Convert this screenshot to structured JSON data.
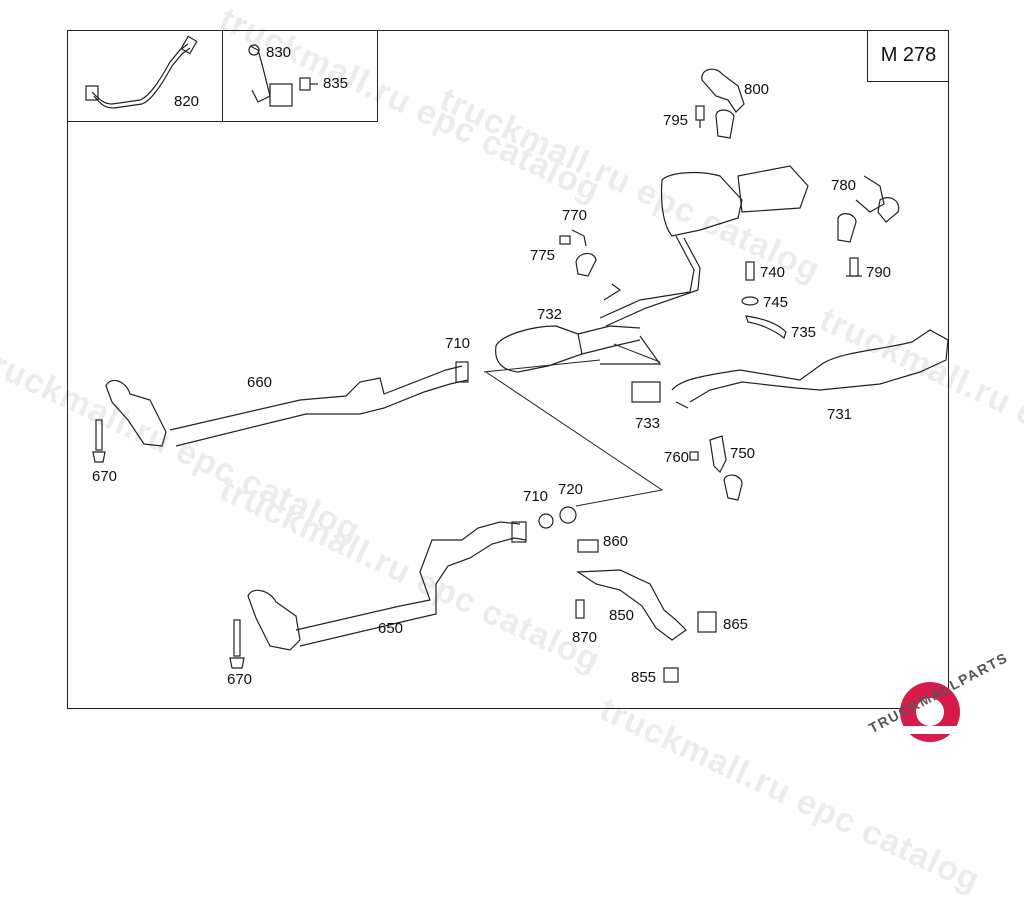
{
  "diagram": {
    "model_code": "M 278",
    "watermark_text": "truckmall.ru epc catalog",
    "logo_text": "TRUCKMALLPARTS",
    "colors": {
      "line": "#222222",
      "watermark": "#ececec",
      "logo": "#d81b4a"
    },
    "labels": {
      "p820": "820",
      "p830": "830",
      "p835": "835",
      "p800": "800",
      "p795": "795",
      "p780": "780",
      "p790": "790",
      "p770": "770",
      "p775": "775",
      "p740": "740",
      "p745": "745",
      "p735": "735",
      "p732": "732",
      "p710a": "710",
      "p660": "660",
      "p670a": "670",
      "p733": "733",
      "p731": "731",
      "p760": "760",
      "p750": "750",
      "p710b": "710",
      "p720": "720",
      "p860": "860",
      "p850": "850",
      "p870": "870",
      "p865": "865",
      "p855": "855",
      "p650": "650",
      "p670b": "670"
    }
  }
}
